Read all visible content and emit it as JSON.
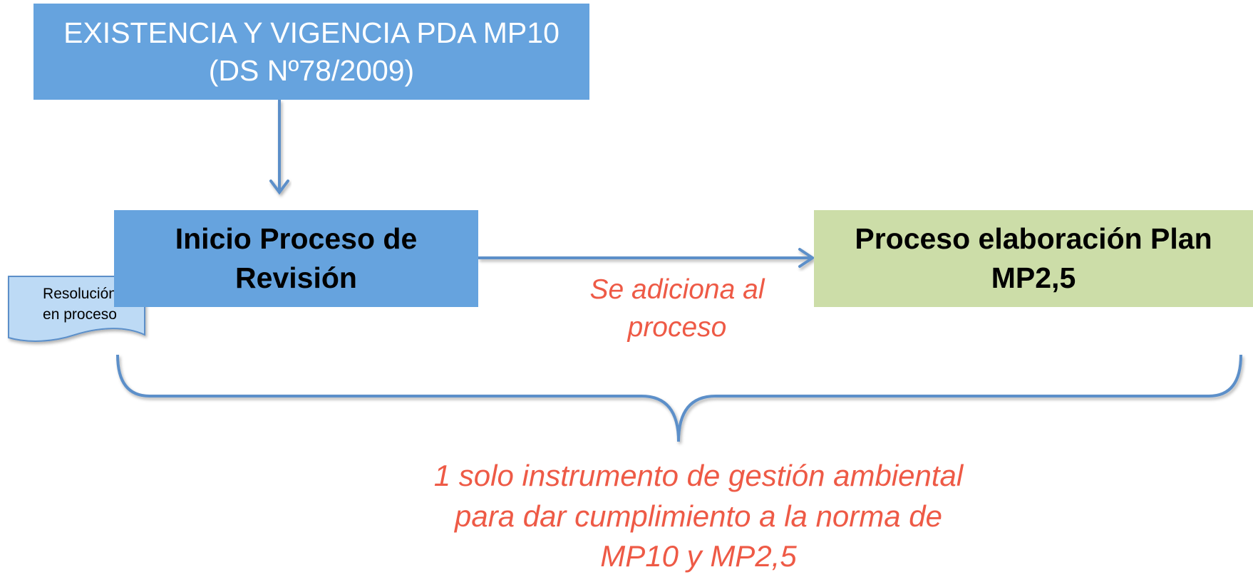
{
  "top_box": {
    "line1": "EXISTENCIA Y VIGENCIA  PDA MP10",
    "line2": "(DS Nº78/2009)"
  },
  "start_box": {
    "line1": "Inicio Proceso de",
    "line2": "Revisión"
  },
  "plan_box": {
    "line1": "Proceso elaboración Plan",
    "line2": "MP2,5"
  },
  "document": {
    "line1": "Resolución",
    "line2": "en proceso"
  },
  "arrow_note": {
    "line1": "Se adiciona al",
    "line2": "proceso"
  },
  "conclusion": {
    "line1": "1 solo instrumento de gestión ambiental",
    "line2": "para dar cumplimiento a la norma de",
    "line3": "MP10 y MP2,5"
  },
  "colors": {
    "blue_box": "#66a3de",
    "green_box": "#ccdda8",
    "connector": "#5b8fc9",
    "note_text": "#ee5a46"
  }
}
